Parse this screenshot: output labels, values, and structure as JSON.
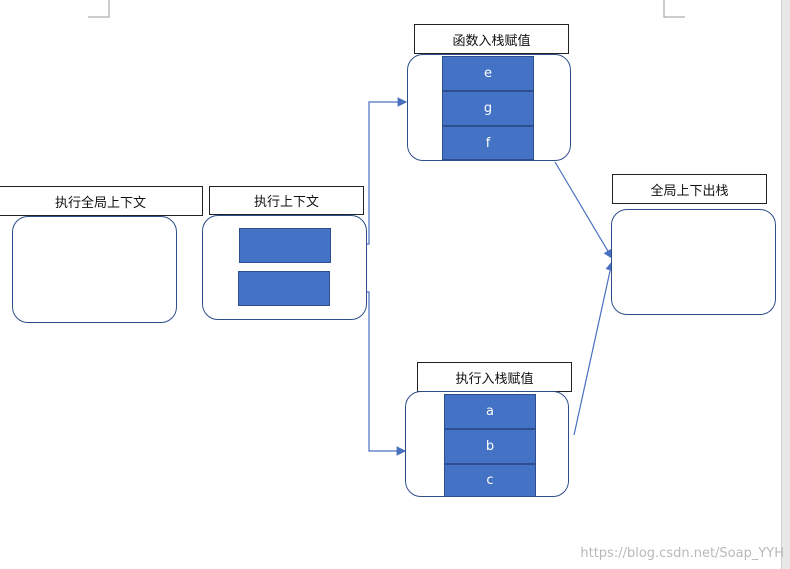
{
  "labels": {
    "global_ctx": "执行全局上下文",
    "exec_ctx": "执行上下文",
    "func_stack": "函数入栈赋值",
    "exec_stack": "执行入栈赋值",
    "global_out": "全局上下出栈"
  },
  "func_stack_items": [
    "e",
    "g",
    "f"
  ],
  "exec_stack_items": [
    "a",
    "b",
    "c"
  ],
  "watermark": "https://blog.csdn.net/Soap_YYH",
  "colors": {
    "cell": "#4472c4",
    "line": "#4a6fbf",
    "border": "#2f4f8a"
  }
}
